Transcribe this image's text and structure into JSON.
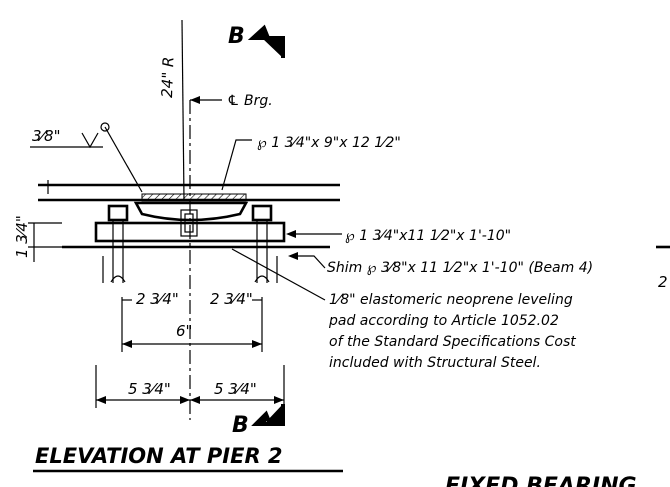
{
  "section_markers": {
    "top": "B",
    "bottom": "B"
  },
  "radius_label": "24\" R",
  "centerline_label": "℄ Brg.",
  "weld_symbol_size": "3⁄8\"",
  "plate_top_label": "℘ 1 3⁄4\"x 9\"x 12 1⁄2\"",
  "plate_mid_label": "℘ 1 3⁄4\"x11 1⁄2\"x 1'-10\"",
  "shim_label": "Shim ℘ 3⁄8\"x 11 1⁄2\"x 1'-10\" (Beam 4)",
  "pad_note_lines": [
    "1⁄8\" elastomeric neoprene leveling",
    "pad according to Article 1052.02",
    "of the Standard Specifications Cost",
    "included with Structural Steel."
  ],
  "dimensions": {
    "left_height": "1 3⁄4\"",
    "inner_left": "2 3⁄4\"",
    "inner_right": "2 3⁄4\"",
    "center": "6\"",
    "outer_left": "5 3⁄4\"",
    "outer_right": "5 3⁄4\""
  },
  "cut_off_right_text": "2",
  "title": "ELEVATION AT PIER 2",
  "cut_off_bottom_text": "FIXED BEARING"
}
